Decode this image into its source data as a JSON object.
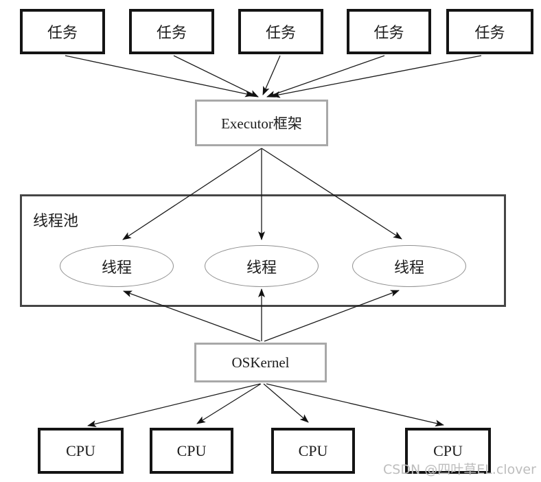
{
  "diagram": {
    "tasks": [
      {
        "label": "任务"
      },
      {
        "label": "任务"
      },
      {
        "label": "任务"
      },
      {
        "label": "任务"
      },
      {
        "label": "任务"
      }
    ],
    "executor": {
      "label": "Executor框架"
    },
    "thread_pool": {
      "label": "线程池",
      "threads": [
        {
          "label": "线程"
        },
        {
          "label": "线程"
        },
        {
          "label": "线程"
        }
      ]
    },
    "os_kernel": {
      "label": "OSKernel"
    },
    "cpus": [
      {
        "label": "CPU"
      },
      {
        "label": "CPU"
      },
      {
        "label": "CPU"
      },
      {
        "label": "CPU"
      }
    ],
    "colors": {
      "strong_border": "#141414",
      "soft_border": "#a8a8a8",
      "pool_border": "#454545",
      "ellipse_border": "#8f8f8f",
      "arrow": "#1a1a1a",
      "watermark": "#bdbdbd",
      "background": "#ffffff"
    }
  },
  "watermark": {
    "text": "CSDN @四叶草EL.clover"
  }
}
